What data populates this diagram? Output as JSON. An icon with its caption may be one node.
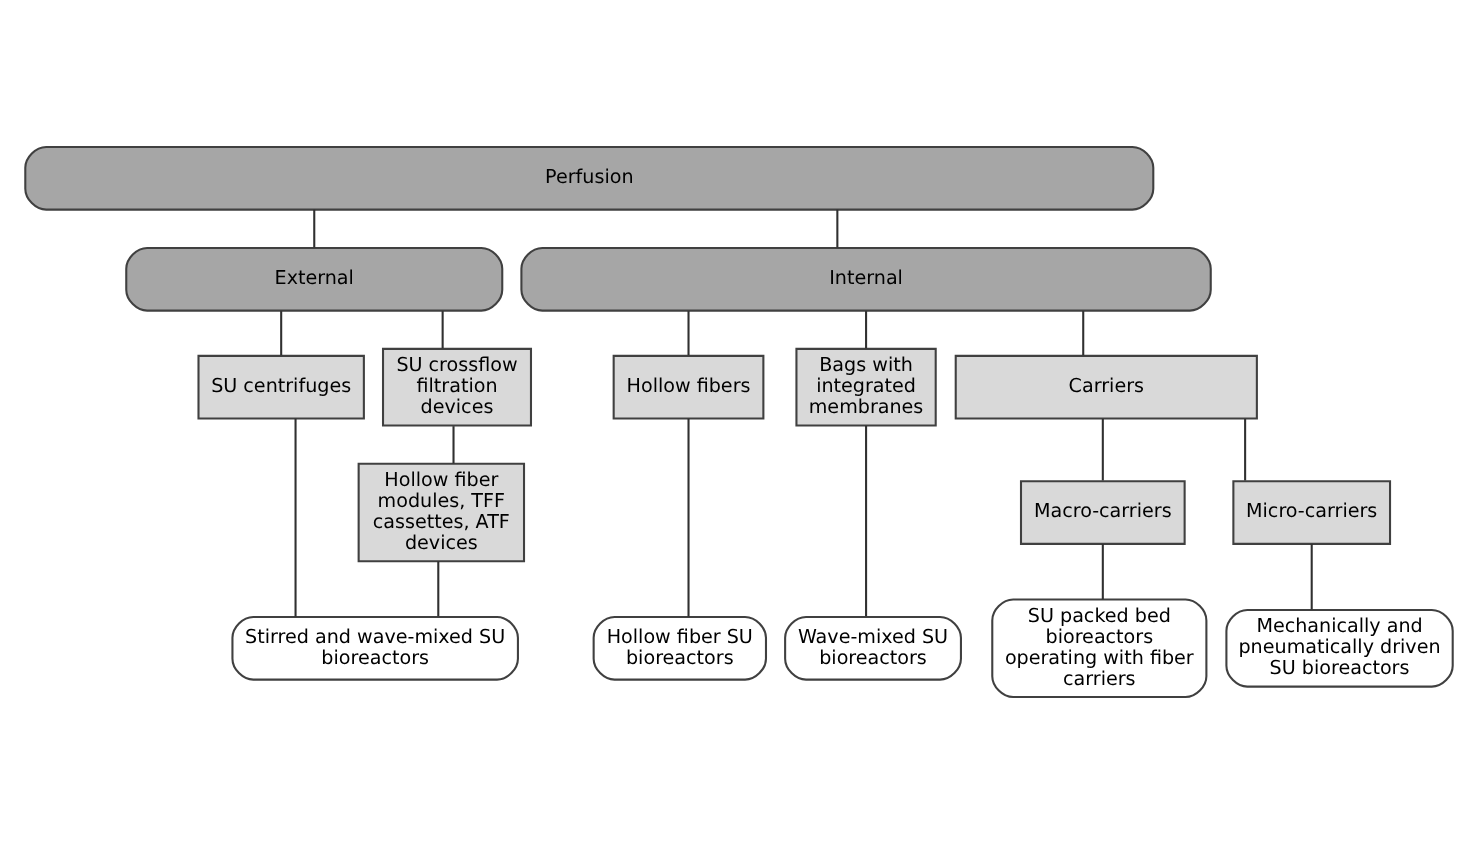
{
  "diagram": {
    "nodes": [
      {
        "text": [
          "Perfusion"
        ]
      },
      {
        "text": [
          "External"
        ]
      },
      {
        "text": [
          "Internal"
        ]
      },
      {
        "text": [
          "SU centrifuges"
        ]
      },
      {
        "text": [
          "SU crossflow filtration devices"
        ]
      },
      {
        "text": [
          "Hollow fibers"
        ]
      },
      {
        "text": [
          "Bags with integrated membranes"
        ]
      },
      {
        "text": [
          "Carriers"
        ]
      },
      {
        "text": [
          "Hollow fiber modules, TFF cassettes, ATF devices"
        ]
      },
      {
        "text": [
          "Macro-carriers"
        ]
      },
      {
        "text": [
          "Micro-carriers"
        ]
      },
      {
        "text": [
          "Stirred and wave-mixed SU bioreactors"
        ]
      },
      {
        "text": [
          "Hollow fiber SU bioreactors"
        ]
      },
      {
        "text": [
          "Wave-mixed SU bioreactors"
        ]
      },
      {
        "text": [
          "SU packed bed bioreactors operating with fiber carriers"
        ]
      },
      {
        "text": [
          "Mechanically and pneumatically driven SU bioreactors"
        ]
      }
    ],
    "edges": [
      {
        "from": 0,
        "to": 1,
        "arrow": "none"
      },
      {
        "from": 0,
        "to": 2,
        "arrow": "none"
      },
      {
        "from": 1,
        "to": 3,
        "arrow": "none"
      },
      {
        "from": 1,
        "to": 4,
        "arrow": "none"
      },
      {
        "from": 4,
        "to": 8,
        "arrow": "none"
      },
      {
        "from": 3,
        "to": 11,
        "arrow": "none"
      },
      {
        "from": 8,
        "to": 11,
        "arrow": "none"
      },
      {
        "from": 2,
        "to": 5,
        "arrow": "none"
      },
      {
        "from": 2,
        "to": 6,
        "arrow": "none"
      },
      {
        "from": 2,
        "to": 7,
        "arrow": "none"
      },
      {
        "from": 5,
        "to": 12,
        "arrow": "none"
      },
      {
        "from": 6,
        "to": 13,
        "arrow": "none"
      },
      {
        "from": 7,
        "to": 9,
        "arrow": "none"
      },
      {
        "from": 7,
        "to": 10,
        "arrow": "none"
      },
      {
        "from": 9,
        "to": 14,
        "arrow": "none"
      },
      {
        "from": 10,
        "to": 15,
        "arrow": "none"
      }
    ]
  }
}
